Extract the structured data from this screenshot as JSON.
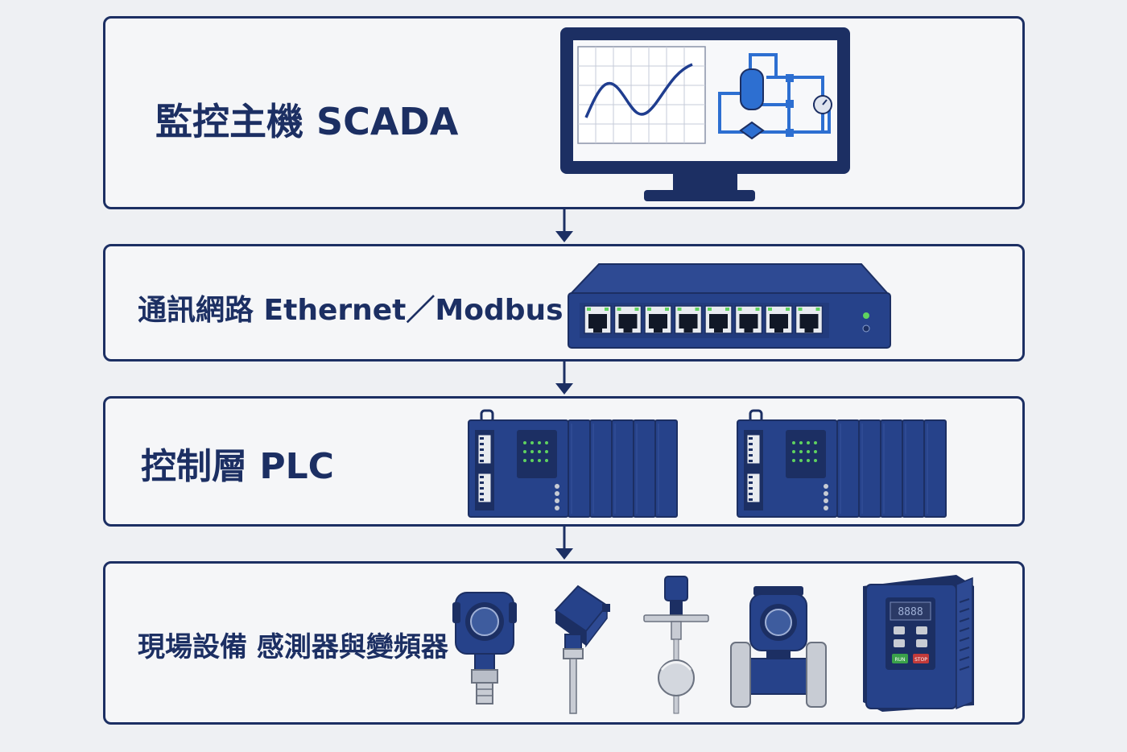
{
  "layers": [
    {
      "label": "監控主機 SCADA",
      "icon": "monitor-icon"
    },
    {
      "label": "通訊網路 Ethernet／Modbus",
      "icon": "network-switch-icon"
    },
    {
      "label": "控制層 PLC",
      "icon": "plc-icon"
    },
    {
      "label": "現場設備 感測器與變頻器",
      "icon": "field-devices-icon"
    }
  ],
  "vfd": {
    "display": "8888",
    "run": "RUN",
    "stop": "STOP"
  },
  "colors": {
    "primary": "#1c2f63",
    "device": "#26428a",
    "accent": "#2d6fd1",
    "led": "#5fd35f",
    "background": "#eef0f3"
  }
}
